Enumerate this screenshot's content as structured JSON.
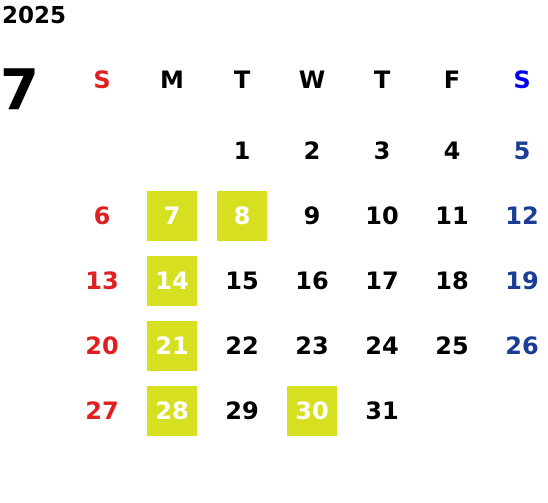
{
  "calendar": {
    "year": "2025",
    "month": "7",
    "weekdays": [
      "S",
      "M",
      "T",
      "W",
      "T",
      "F",
      "S"
    ],
    "weeks": [
      [
        "",
        "",
        "1",
        "2",
        "3",
        "4",
        "5"
      ],
      [
        "6",
        "7",
        "8",
        "9",
        "10",
        "11",
        "12"
      ],
      [
        "13",
        "14",
        "15",
        "16",
        "17",
        "18",
        "19"
      ],
      [
        "20",
        "21",
        "22",
        "23",
        "24",
        "25",
        "26"
      ],
      [
        "27",
        "28",
        "29",
        "30",
        "31",
        "",
        ""
      ]
    ],
    "highlighted_days": [
      "7",
      "8",
      "14",
      "21",
      "28",
      "30"
    ]
  },
  "colors": {
    "sunday": "#e02020",
    "saturday_header": "#0000ee",
    "saturday": "#1a3e96",
    "highlight_bg": "#d6df20",
    "highlight_text": "#ffffff"
  }
}
